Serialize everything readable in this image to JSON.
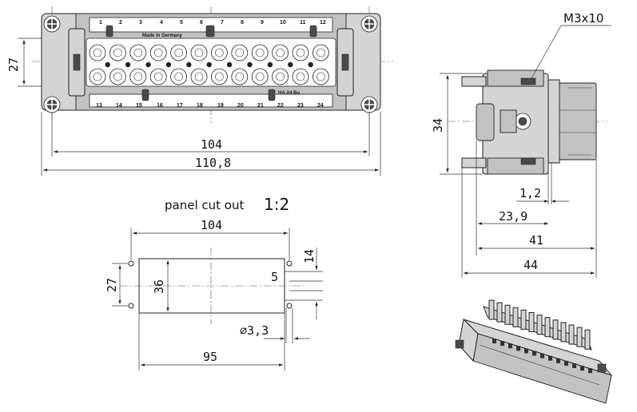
{
  "front_view": {
    "pins_top": [
      "1",
      "2",
      "3",
      "4",
      "5",
      "6",
      "7",
      "8",
      "9",
      "10",
      "11",
      "12"
    ],
    "pins_bottom": [
      "13",
      "14",
      "15",
      "16",
      "17",
      "18",
      "19",
      "20",
      "21",
      "22",
      "23",
      "24"
    ],
    "label_made": "Made in Germany",
    "label_brand": "HA-24 Bu",
    "dim_height": "27",
    "dim_inner_width": "104",
    "dim_outer_width": "110,8"
  },
  "side_view": {
    "screw_label": "M3x10",
    "dim_height": "34",
    "dim_1": "1,2",
    "dim_2": "23,9",
    "dim_3": "41",
    "dim_4": "44"
  },
  "cutout": {
    "title": "panel cut out",
    "scale": "1:2",
    "dim_width": "104",
    "dim_hole_spacing": "95",
    "dim_height_outer": "27",
    "dim_height_inner": "36",
    "dim_14": "14",
    "dim_5": "5",
    "dim_hole_dia": "∅3,3"
  }
}
